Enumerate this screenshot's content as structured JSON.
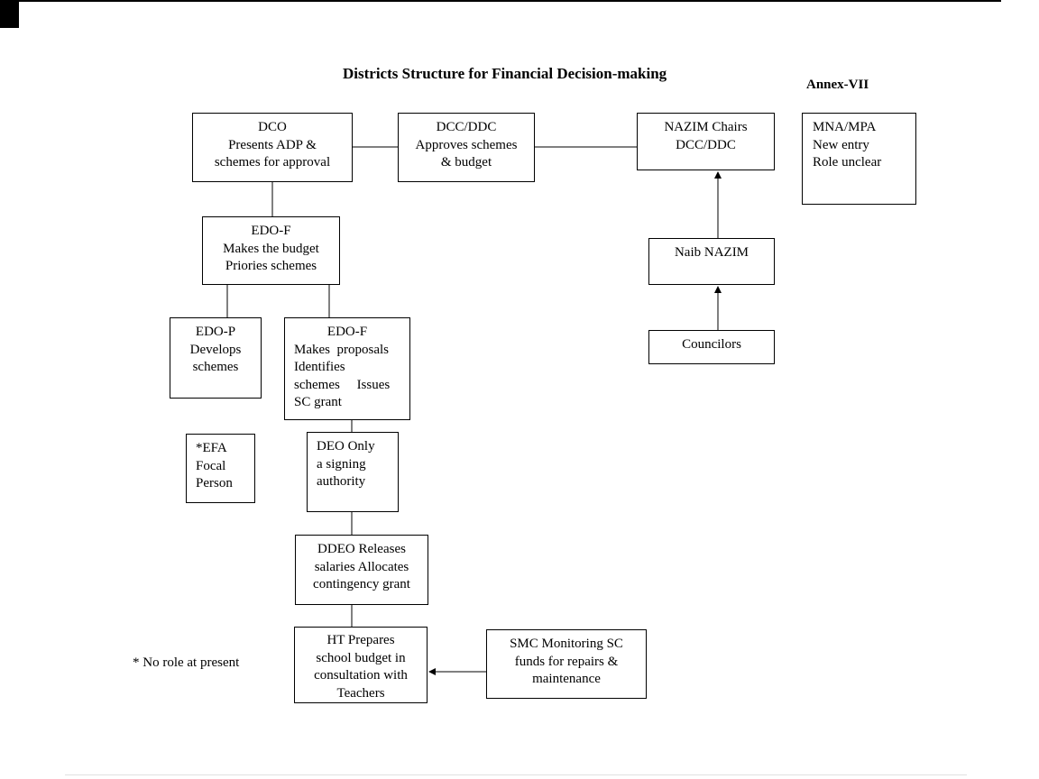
{
  "title": "Districts Structure for Financial Decision-making",
  "annex": "Annex-VII",
  "note": "* No role at present",
  "boxes": {
    "dco": [
      "DCO",
      "Presents ADP &",
      "schemes for approval"
    ],
    "dcc": [
      "DCC/DDC",
      "Approves schemes",
      "& budget"
    ],
    "nazim": [
      "NAZIM Chairs",
      "DCC/DDC"
    ],
    "mna": [
      "MNA/MPA",
      "New entry",
      "Role unclear"
    ],
    "edo_f_budget": [
      "EDO-F",
      "Makes the budget",
      "Priories schemes"
    ],
    "naib_nazim": [
      "Naib NAZIM"
    ],
    "edo_p": [
      "EDO-P",
      "Develops",
      "schemes"
    ],
    "edo_f_proposals": [
      "EDO-F",
      "Makes  proposals",
      "Identifies",
      "schemes     Issues",
      "SC grant"
    ],
    "councilors": [
      "Councilors"
    ],
    "efa": [
      "*EFA",
      "Focal",
      "Person"
    ],
    "deo": [
      "DEO Only",
      "a signing",
      "authority"
    ],
    "ddeo": [
      "DDEO Releases",
      "salaries Allocates",
      "contingency grant"
    ],
    "ht": [
      "HT Prepares",
      "school budget in",
      "consultation with",
      "Teachers"
    ],
    "smc": [
      "SMC Monitoring SC",
      "funds for repairs &",
      "maintenance"
    ]
  }
}
